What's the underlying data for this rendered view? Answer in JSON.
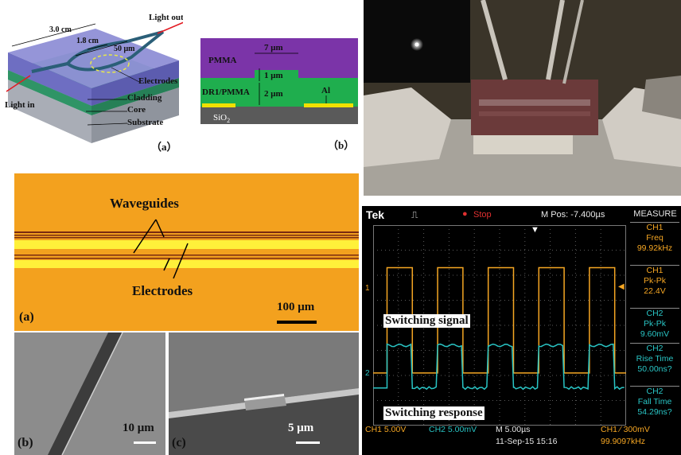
{
  "panel_a_schematic": {
    "dim_total_length": "3.0 cm",
    "dim_electrode_length": "1.8 cm",
    "dim_separation": "50 μm",
    "light_out": "Light out",
    "light_in": "Light in",
    "electrodes": "Electrodes",
    "cladding": "Cladding",
    "core": "Core",
    "substrate": "Substrate",
    "panel_label": "（a）"
  },
  "panel_b_crosssection": {
    "pmma": "PMMA",
    "dr1_pmma": "DR1/PMMA",
    "sio2": "SiO",
    "sio2_sub": "2",
    "al": "Al",
    "dim_width": "7 μm",
    "dim_rib": "1 μm",
    "dim_core": "2 μm",
    "panel_label": "（b）"
  },
  "micrograph": {
    "waveguides": "Waveguides",
    "electrodes": "Electrodes",
    "scale_bar": "100 μm",
    "panel_label": "(a)"
  },
  "sem_b": {
    "scale_bar": "10 μm",
    "panel_label": "(b)"
  },
  "sem_c": {
    "scale_bar": "5 μm",
    "panel_label": "(c)"
  },
  "scope": {
    "brand": "Tek",
    "state": "Stop",
    "m_pos": "M Pos: -7.400",
    "m_pos_unit": "µs",
    "measure_title": "MEASURE",
    "measurements": [
      {
        "ch": "CH1",
        "name": "Freq",
        "value": "99.92kHz",
        "color": "#f5a623"
      },
      {
        "ch": "CH1",
        "name": "Pk-Pk",
        "value": "22.4V",
        "color": "#f5a623"
      },
      {
        "ch": "CH2",
        "name": "Pk-Pk",
        "value": "9.60mV",
        "color": "#29c5c5"
      },
      {
        "ch": "CH2",
        "name": "Rise Time",
        "value": "50.00ns?",
        "color": "#29c5c5"
      },
      {
        "ch": "CH2",
        "name": "Fall Time",
        "value": "54.29ns?",
        "color": "#29c5c5"
      }
    ],
    "switching_signal": "Switching signal",
    "switching_response": "Switching response",
    "ch1_marker": "1",
    "ch2_marker": "2",
    "footer_ch1": "CH1  5.00V",
    "footer_ch2": "CH2  5.00mV",
    "footer_m": "M 5.00",
    "footer_m_unit": "µs",
    "footer_trig": "CH1 ∕ 300mV",
    "footer_date": "11-Sep-15 15:16",
    "footer_freq": "99.9097kHz",
    "colors": {
      "ch1": "#f5a623",
      "ch2": "#29c5c5"
    }
  },
  "chart_data": {
    "type": "line",
    "title": "",
    "xlabel": "",
    "ylabel": "",
    "x_div": 10,
    "y_div": 8,
    "period_div": 2.0,
    "series": [
      {
        "name": "Switching signal",
        "role": "ch1",
        "duty": 0.5,
        "high_div": 6.3,
        "low_div": 2.1
      },
      {
        "name": "Switching response",
        "role": "ch2",
        "duty": 0.5,
        "high_div": 3.2,
        "low_div": 1.5
      }
    ]
  }
}
